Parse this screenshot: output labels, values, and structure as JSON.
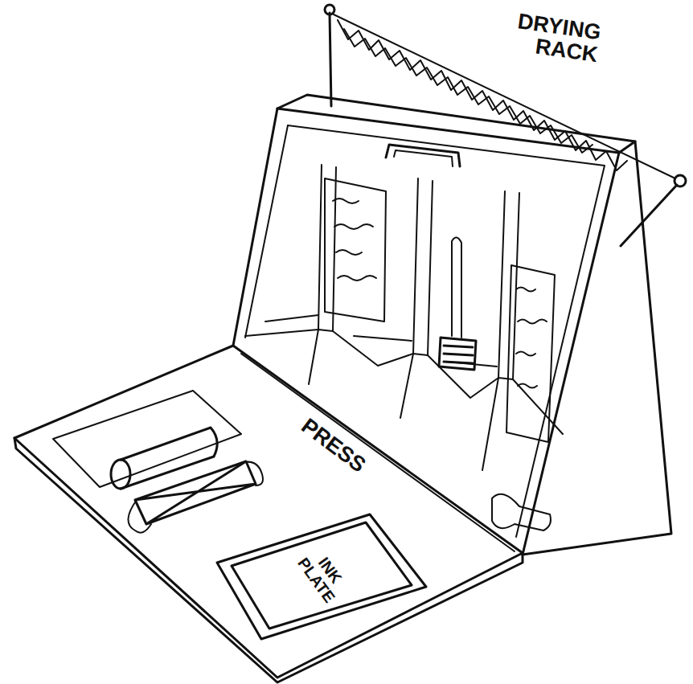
{
  "diagram": {
    "nodes": [
      {
        "text": [
          "INK PLATE"
        ]
      }
    ],
    "labels": [
      "DRYING RACK",
      "PRESS"
    ]
  }
}
